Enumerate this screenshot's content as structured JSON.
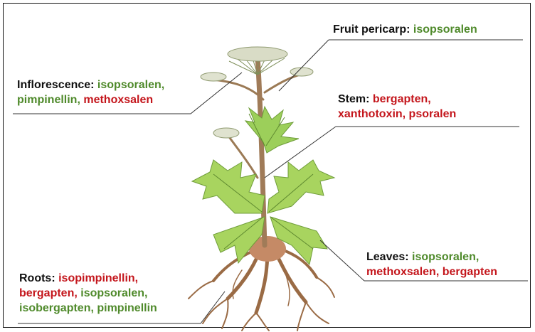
{
  "colors": {
    "green_compound": "#4f8a2b",
    "red_compound": "#c4161c",
    "label_text": "#111111"
  },
  "labels": {
    "fruit": {
      "title": "Fruit pericarp",
      "sep": ": ",
      "compounds": [
        {
          "text": "isopsoralen",
          "color": "green"
        }
      ]
    },
    "inflorescence": {
      "title": "Inflorescence:",
      "line1_compounds": [
        {
          "text": " isopsoralen,",
          "color": "green"
        }
      ],
      "line2_compounds": [
        {
          "text": "pimpinellin,",
          "color": "green"
        },
        {
          "text": " methoxsalen",
          "color": "red"
        }
      ]
    },
    "stem": {
      "title": "Stem:",
      "line1_compounds": [
        {
          "text": " bergapten,",
          "color": "red"
        }
      ],
      "line2_compounds": [
        {
          "text": "xanthotoxin, psoralen",
          "color": "red"
        }
      ]
    },
    "leaves": {
      "title": "Leaves:",
      "line1_compounds": [
        {
          "text": " isopsoralen,",
          "color": "green"
        }
      ],
      "line2_compounds": [
        {
          "text": "methoxsalen, bergapten",
          "color": "red"
        }
      ]
    },
    "roots": {
      "title": "Roots:",
      "line1_compounds": [
        {
          "text": " isopimpinellin,",
          "color": "red"
        }
      ],
      "line2_compounds": [
        {
          "text": "bergapten,",
          "color": "red"
        },
        {
          "text": " isopsoralen,",
          "color": "green"
        }
      ],
      "line3_compounds": [
        {
          "text": "isobergapten, pimpinellin",
          "color": "green"
        }
      ]
    }
  }
}
